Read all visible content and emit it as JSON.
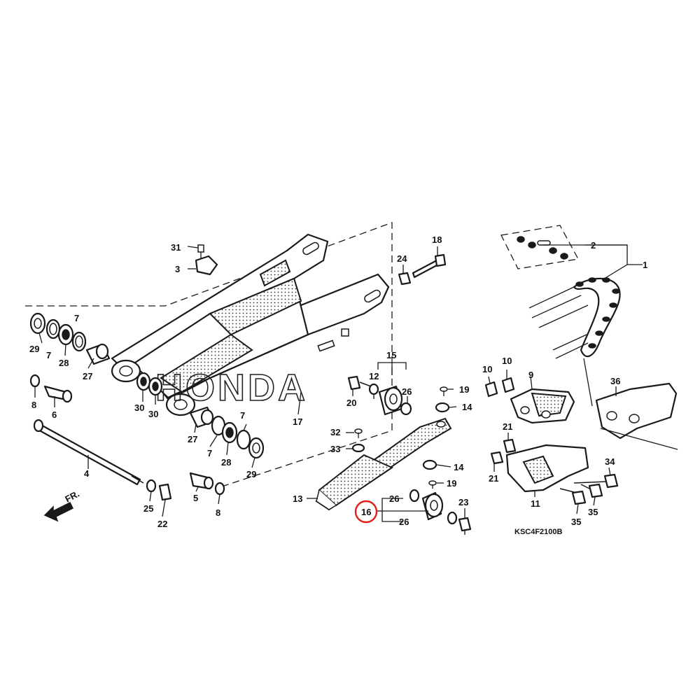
{
  "brand_watermark": "HONDA",
  "diagram_code": "KSC4F2100B",
  "front_arrow_label": "FR.",
  "highlight_color": "#e0201b",
  "highlighted_part": "16",
  "callouts": {
    "c1": "1",
    "c2": "2",
    "c3": "3",
    "c4": "4",
    "c5": "5",
    "c6": "6",
    "c7a": "7",
    "c7b": "7",
    "c7c": "7",
    "c7d": "7",
    "c8a": "8",
    "c8b": "8",
    "c9": "9",
    "c10a": "10",
    "c10b": "10",
    "c11": "11",
    "c12": "12",
    "c13": "13",
    "c14a": "14",
    "c14b": "14",
    "c15": "15",
    "c16": "16",
    "c17": "17",
    "c18": "18",
    "c19a": "19",
    "c19b": "19",
    "c20": "20",
    "c21a": "21",
    "c21b": "21",
    "c22": "22",
    "c23": "23",
    "c24": "24",
    "c25": "25",
    "c26a": "26",
    "c26b": "26",
    "c26c": "26",
    "c27a": "27",
    "c27b": "27",
    "c28a": "28",
    "c28b": "28",
    "c29a": "29",
    "c29b": "29",
    "c30a": "30",
    "c30b": "30",
    "c31": "31",
    "c32": "32",
    "c33": "33",
    "c34": "34",
    "c35a": "35",
    "c35b": "35",
    "c36": "36"
  }
}
